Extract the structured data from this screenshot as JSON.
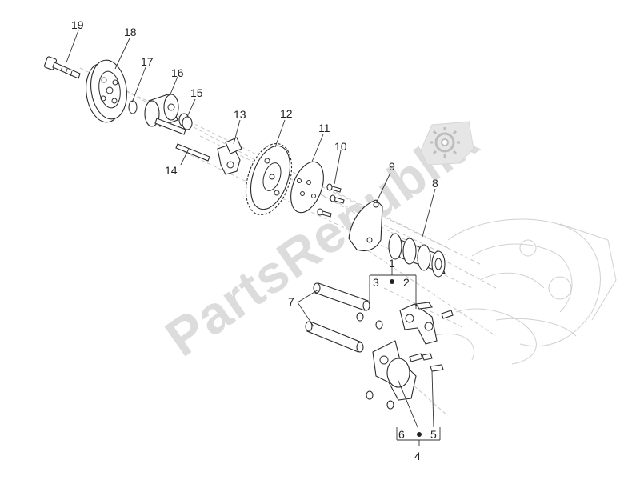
{
  "watermark": {
    "text": "PartsRepublik"
  },
  "callouts": [
    "19",
    "18",
    "17",
    "16",
    "15",
    "13",
    "12",
    "14",
    "11",
    "10",
    "9",
    "8",
    "1",
    "3",
    "2",
    "7",
    "6",
    "5",
    "4"
  ]
}
